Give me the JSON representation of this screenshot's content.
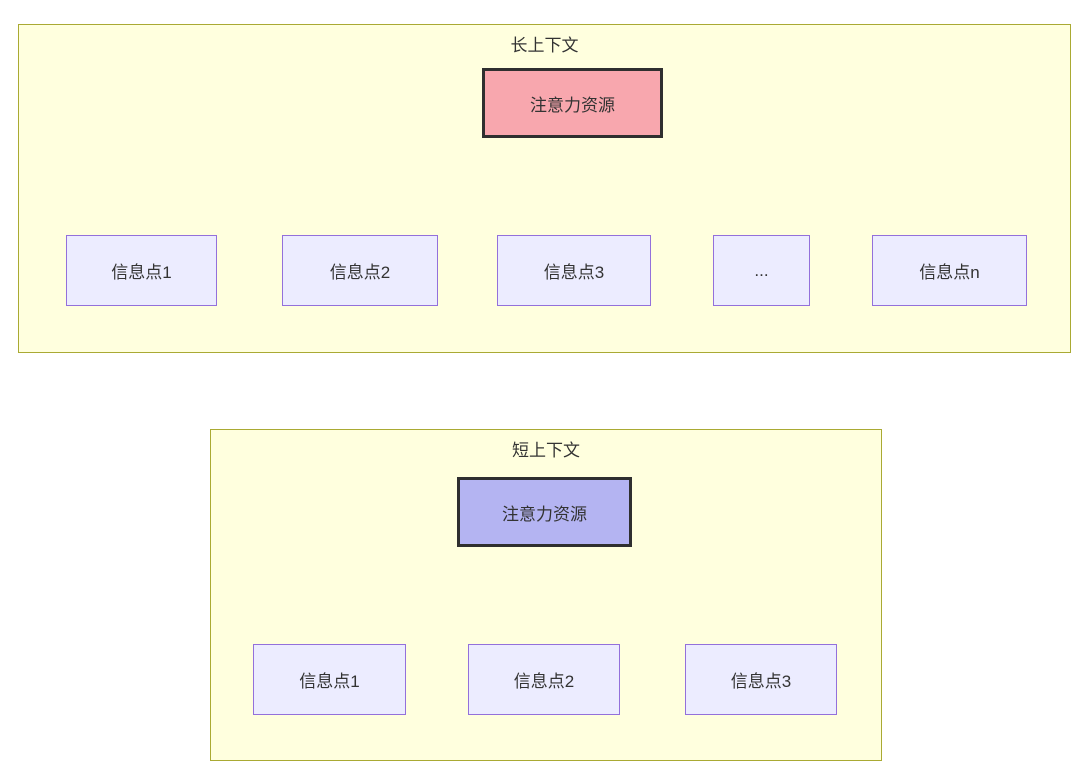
{
  "diagram": {
    "long_context": {
      "title": "长上下文",
      "attention_node": "注意力资源",
      "info_nodes": [
        "信息点1",
        "信息点2",
        "信息点3",
        "...",
        "信息点n"
      ]
    },
    "short_context": {
      "title": "短上下文",
      "attention_node": "注意力资源",
      "info_nodes": [
        "信息点1",
        "信息点2",
        "信息点3"
      ]
    },
    "colors": {
      "cluster_fill": "#ffffde",
      "cluster_border": "#aaaa33",
      "info_node_fill": "#ececff",
      "info_node_border": "#9370db",
      "attention_long_fill": "#f8a7ae",
      "attention_short_fill": "#b4b4f2",
      "node_border_dark": "#2f2f2f",
      "edge_color": "#333333",
      "text_color": "#333333",
      "page_background": "#ffffff"
    }
  }
}
